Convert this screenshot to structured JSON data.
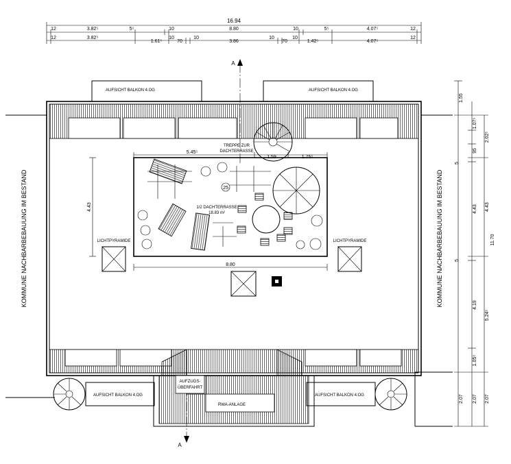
{
  "dims_top": {
    "overall": "16.94",
    "row1": [
      "12",
      "3.82⁵",
      "5⁵",
      "10",
      "8.80",
      "10",
      "5⁵",
      "4.07⁵",
      "12"
    ],
    "row2": [
      "12",
      "3.82⁵",
      "1.61⁵",
      "10",
      "70",
      "10",
      "3.86",
      "10",
      "70",
      "10",
      "1.42⁵",
      "4.07⁵",
      "12"
    ]
  },
  "dims_right": {
    "outer": [
      "1.55",
      "11.70",
      "2.07"
    ],
    "middle": [
      "2.02⁵",
      "4.43",
      "5.24⁵",
      "2.07"
    ],
    "inner": [
      "1.07⁵",
      "95",
      "5",
      "4.43",
      "5",
      "4.19",
      "1.05⁵",
      "2.07"
    ]
  },
  "dims_plan": {
    "terrace_left": "5.45⁵",
    "stair_width": "1.59",
    "terrace_right": "1.75⁵",
    "terrace_depth": "4.43",
    "opening_width": "8.80"
  },
  "labels": {
    "balcony_view": "AUFSICHT BALKON 4.OG",
    "stairs_1": "TREPPE ZUR",
    "stairs_2": "DACHTERRASSE",
    "roof_terrace": "1/2 DACHTERRASSE",
    "area": "18.83 m²",
    "room_number": "25",
    "light_pyramid": "LICHTPYRAMIDE",
    "elevator_1": "AUFZUGS-",
    "elevator_2": "ÜBERFAHRT",
    "rwa": "RWA-ANLAGE",
    "neighbor": "KOMMUNE NACHBARBEBAUUNG IM BESTAND",
    "section_mark": "A"
  },
  "colors": {
    "line": "#000000",
    "background": "#ffffff"
  }
}
